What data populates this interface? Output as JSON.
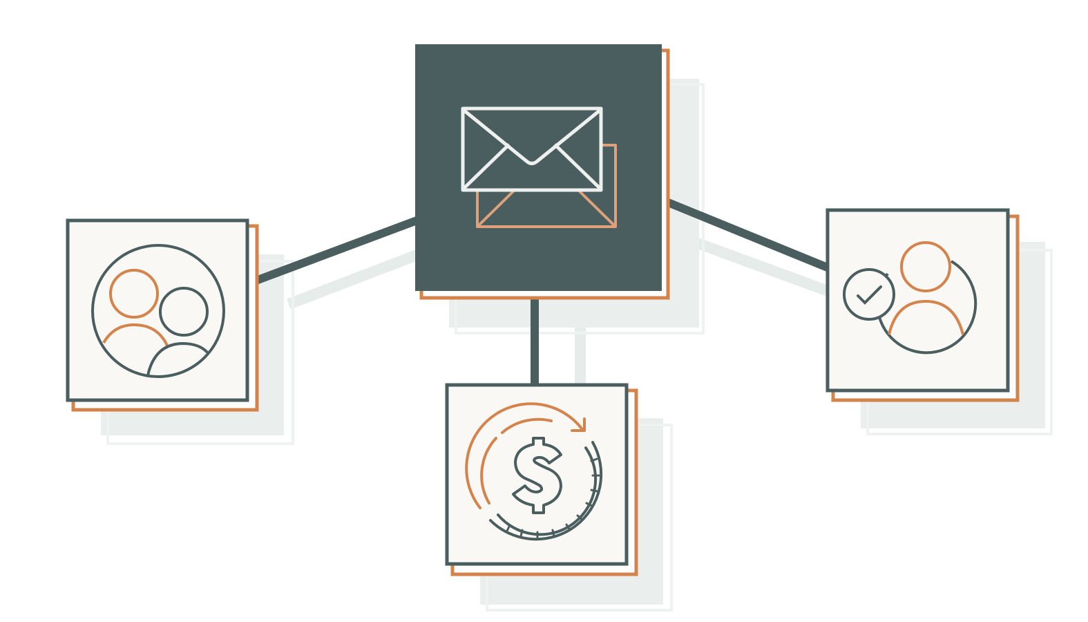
{
  "colors": {
    "dark": "#4a5d5f",
    "orange": "#d4834a",
    "orange_light": "#dea27a",
    "card_bg": "#f9f8f5",
    "shadow": "#e9eeec",
    "white": "#ffffff",
    "envelope_line": "#eef0ee"
  },
  "nodes": [
    {
      "id": "center",
      "icon": "envelope-icon"
    },
    {
      "id": "left",
      "icon": "users-group-icon"
    },
    {
      "id": "bottom",
      "icon": "dollar-coin-refresh-icon"
    },
    {
      "id": "right",
      "icon": "verified-user-icon"
    }
  ]
}
